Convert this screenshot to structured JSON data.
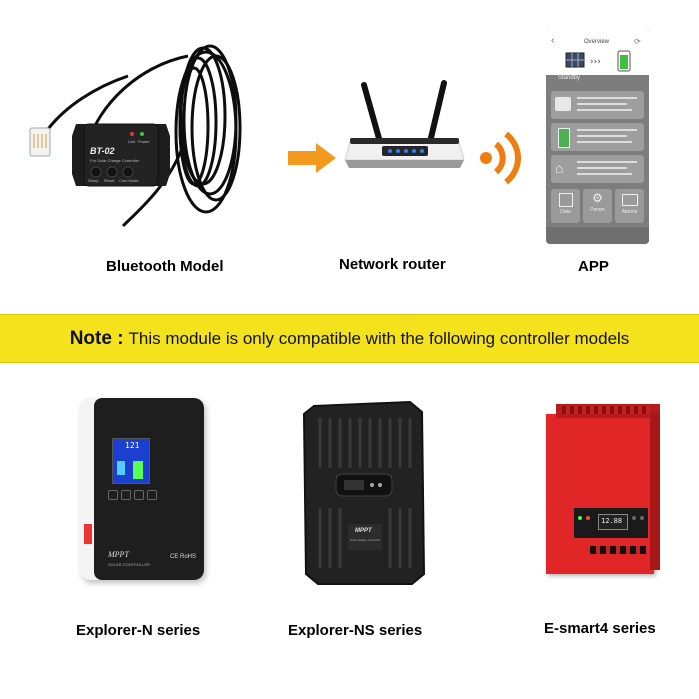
{
  "top_labels": {
    "bluetooth": "Bluetooth Model",
    "router": "Network router",
    "app": "APP"
  },
  "device": {
    "model": "BT-02",
    "subtitle": "For Solar Charge Controller",
    "led_link": "Link",
    "led_power": "Power",
    "btn_setup": "Setup",
    "btn_reset": "Reset",
    "btn_com": "Com Mode"
  },
  "phone": {
    "title": "Overview",
    "status": "Standby",
    "nav": [
      "Data",
      "Param",
      "Alarms"
    ]
  },
  "note": {
    "label": "Note :",
    "text": "This module is only compatible with the following controller models"
  },
  "controllers": {
    "c1": {
      "label": "Explorer-N series",
      "brand": "MPPT",
      "sub": "SOLAR CONTROLLER",
      "mark": "CE RoHS",
      "lcd": "121"
    },
    "c2": {
      "label": "Explorer-NS series",
      "brand": "MPPT",
      "sub": "Solar charge controller"
    },
    "c3": {
      "label": "E-smart4 series",
      "lcd": "12.88"
    }
  },
  "colors": {
    "banner": "#f4e21c",
    "arrow": "#f39a1e",
    "wifi": "#f07d12",
    "router_led": "#2f7bff",
    "esmart_red": "#e02626"
  }
}
